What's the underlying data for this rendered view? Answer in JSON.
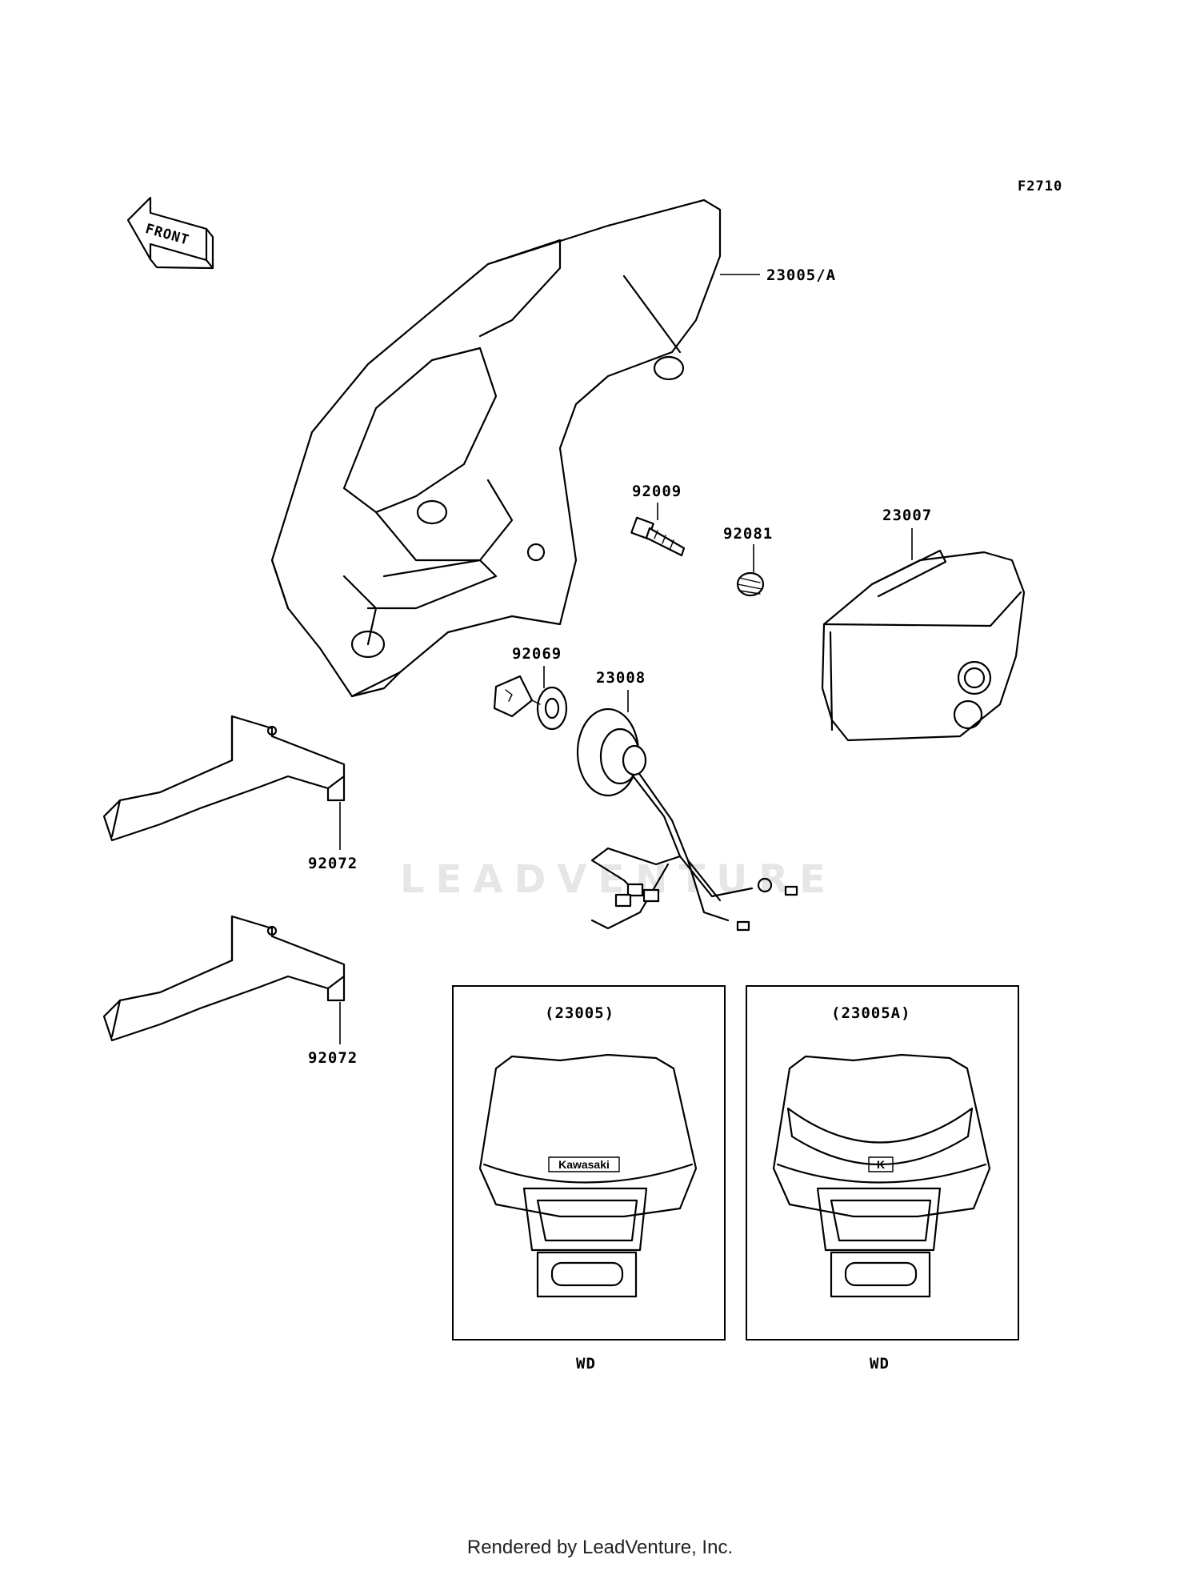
{
  "diagram_code": "F2710",
  "front_arrow_label": "FRONT",
  "parts": {
    "headlight_housing": "23005/A",
    "screw": "92009",
    "spring": "92081",
    "lens_unit": "23007",
    "bulb": "92069",
    "socket": "23008",
    "bracket_upper": "92072",
    "bracket_lower": "92072"
  },
  "variants": [
    {
      "title": "(23005)",
      "emblem": "Kawasaki",
      "note": "WD"
    },
    {
      "title": "(23005A)",
      "emblem": "K",
      "note": "WD"
    }
  ],
  "watermark": "LEADVENTURE",
  "footer": "Rendered by LeadVenture, Inc."
}
